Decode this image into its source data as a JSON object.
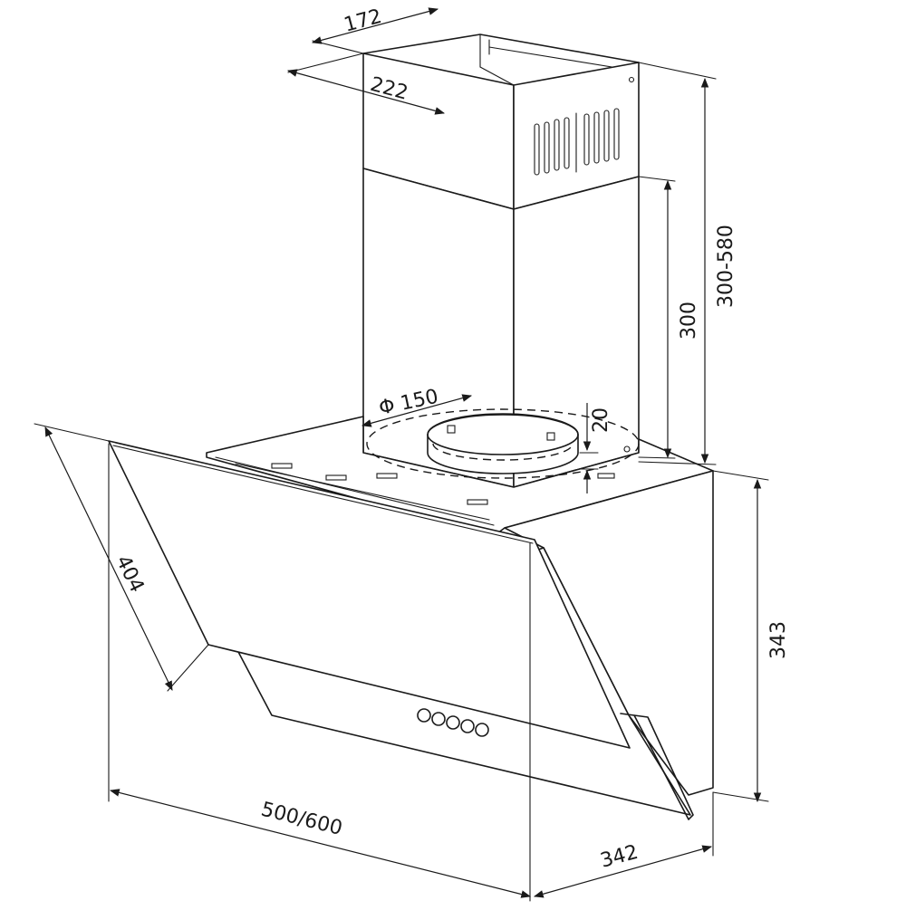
{
  "dimensions": {
    "chimney_depth": "172",
    "chimney_width": "222",
    "chimney_total_height": "300-580",
    "lower_chimney_height": "300",
    "duct_diameter": "Φ 150",
    "duct_offset": "20",
    "hood_height": "343",
    "glass_panel_length": "404",
    "hood_width": "500/600",
    "hood_depth": "342"
  },
  "colors": {
    "line": "#1a1a1a",
    "background": "#ffffff"
  }
}
